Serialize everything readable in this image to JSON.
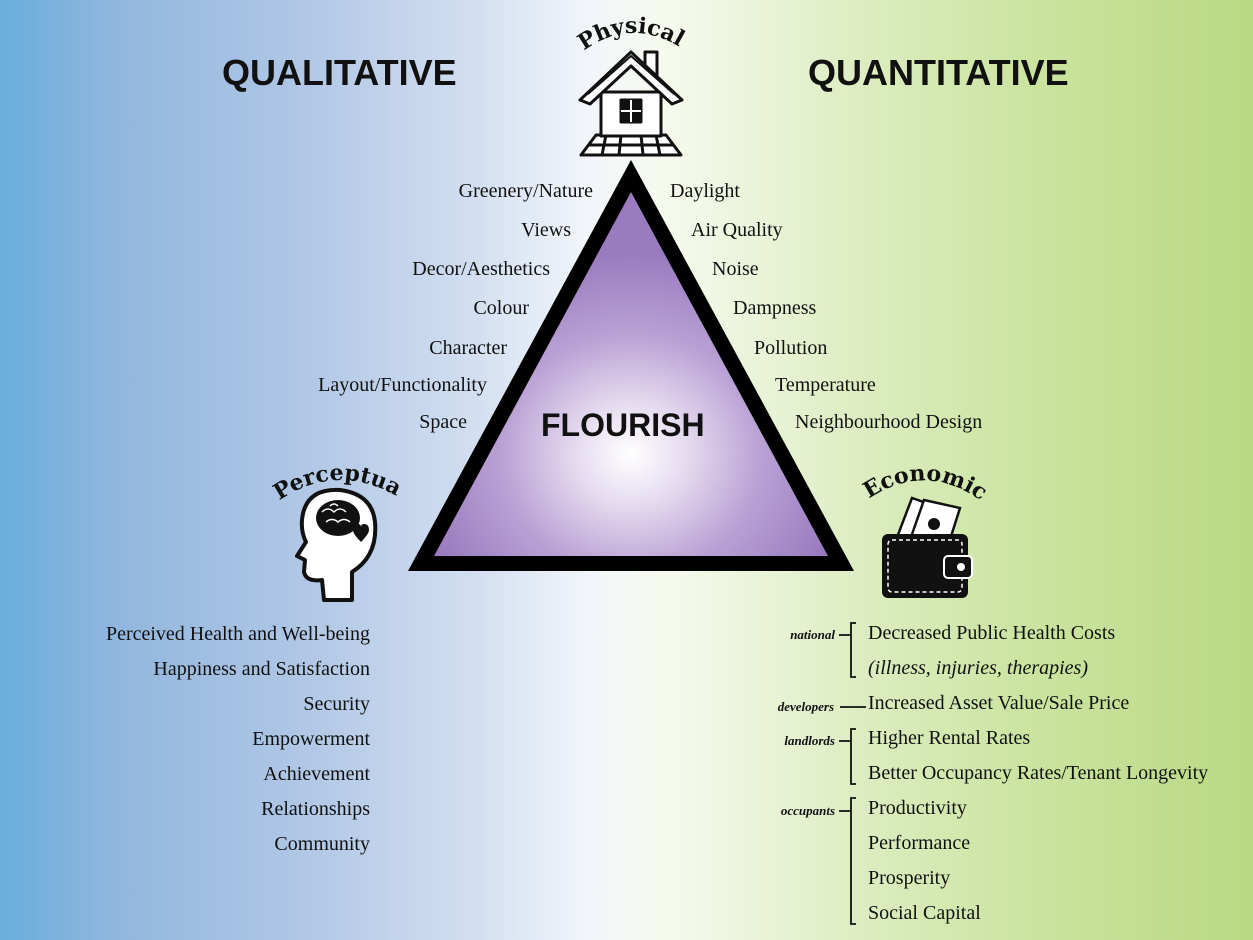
{
  "headers": {
    "left": "QUALITATIVE",
    "right": "QUANTITATIVE"
  },
  "center_label": "FLOURISH",
  "vertices": {
    "top": "Physical",
    "left": "Perceptual",
    "right": "Economic"
  },
  "icons": {
    "top": "house-icon",
    "left": "head-brain-heart-icon",
    "right": "wallet-money-icon"
  },
  "colors": {
    "triangle_fill": "#9a7bc0",
    "triangle_border": "#000000",
    "left_bg": "#6aaedc",
    "right_bg": "#b9d984"
  },
  "physical_qualitative": [
    "Greenery/Nature",
    "Views",
    "Decor/Aesthetics",
    "Colour",
    "Character",
    "Layout/Functionality",
    "Space"
  ],
  "physical_quantitative": [
    "Daylight",
    "Air Quality",
    "Noise",
    "Dampness",
    "Pollution",
    "Temperature",
    "Neighbourhood Design"
  ],
  "perceptual_list": [
    "Perceived Health and Well-being",
    "Happiness and Satisfaction",
    "Security",
    "Empowerment",
    "Achievement",
    "Relationships",
    "Community"
  ],
  "economic": [
    {
      "stakeholder": "national",
      "items": [
        "Decreased Public Health Costs",
        "(illness, injuries, therapies)"
      ]
    },
    {
      "stakeholder": "developers",
      "items": [
        "Increased Asset Value/Sale Price"
      ]
    },
    {
      "stakeholder": "landlords",
      "items": [
        "Higher Rental Rates",
        "Better Occupancy Rates/Tenant Longevity"
      ]
    },
    {
      "stakeholder": "occupants",
      "items": [
        "Productivity",
        "Performance",
        "Prosperity",
        "Social Capital"
      ]
    }
  ]
}
